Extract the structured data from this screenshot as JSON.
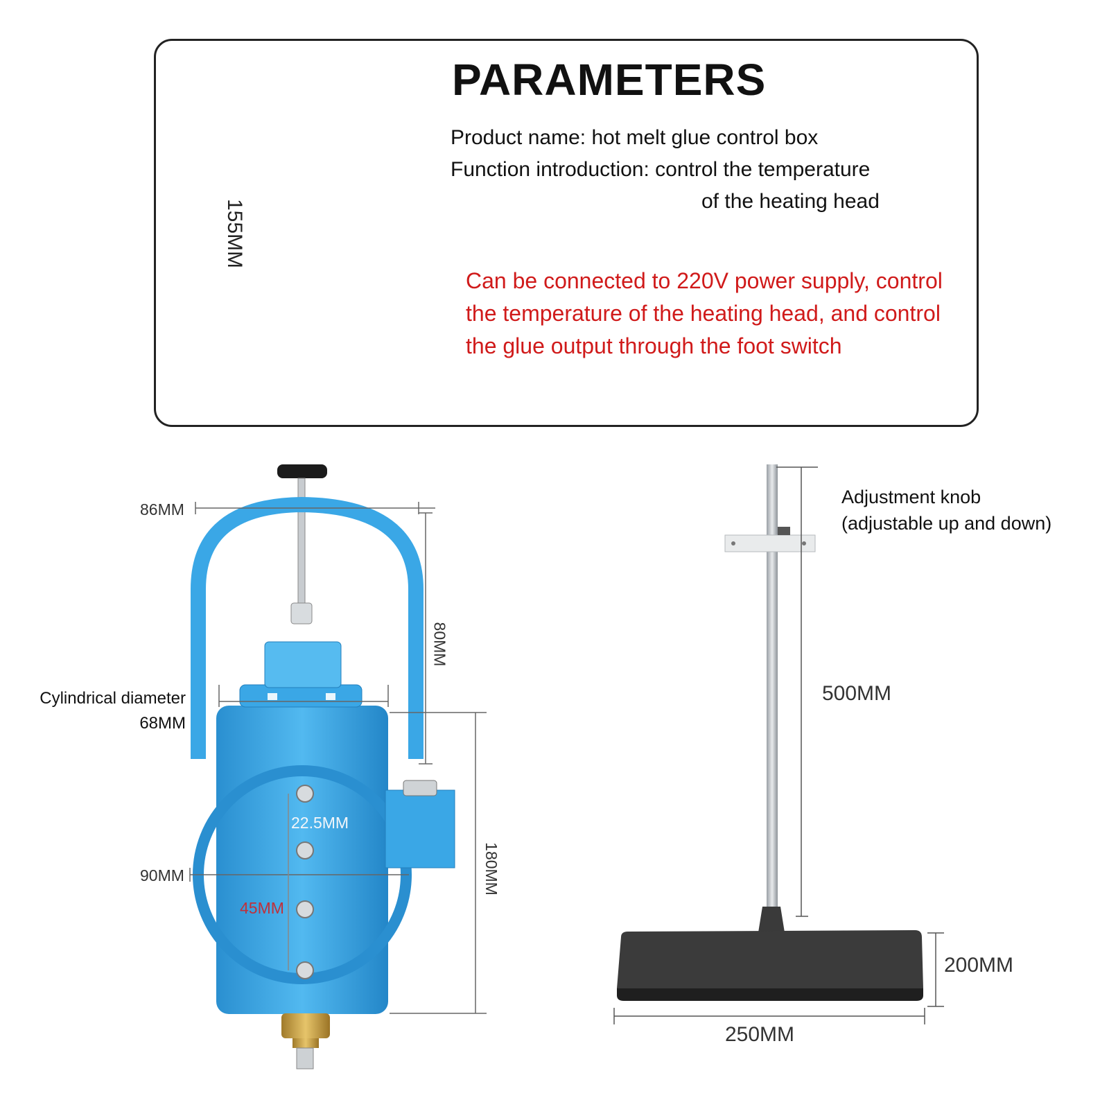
{
  "parameters": {
    "title": "PARAMETERS",
    "product_name": "Product name: hot melt glue control box",
    "function_line1": "Function introduction: control the temperature",
    "function_line2": "of the heating head",
    "note": "Can be connected to 220V power supply, control the temperature of the heating head, and control the glue output through the foot switch",
    "box_height_label": "155MM"
  },
  "glue_head": {
    "width_label": "86MM",
    "bracket_height_label": "80MM",
    "cylinder_caption_line1": "Cylindrical diameter",
    "cylinder_caption_line2": "68MM",
    "body_height_label": "180MM",
    "body_width_label": "90MM",
    "hole_spacing_small": "22.5MM",
    "hole_spacing_large": "45MM"
  },
  "stand": {
    "knob_caption_line1": "Adjustment knob",
    "knob_caption_line2": "(adjustable up and down)",
    "height_label": "500MM",
    "base_depth_label": "200MM",
    "base_width_label": "250MM"
  },
  "colors": {
    "accent_red": "#d01a1a",
    "head_blue": "#3aa7e6",
    "hole_label_red": "#c0303a"
  }
}
